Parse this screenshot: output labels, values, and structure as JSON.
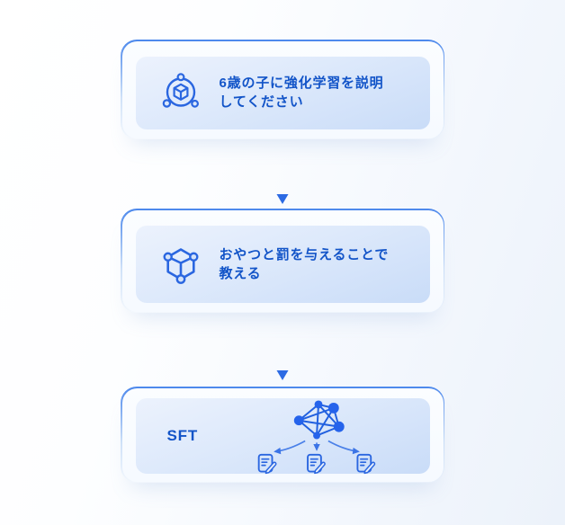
{
  "colors": {
    "accent_blue": "#2a66e0",
    "text_blue": "#1254c8",
    "node_fill": "#2563eb",
    "card_border_top": "#4c88ec",
    "card_gradient_top": "#ecf2fd",
    "card_gradient_bottom": "#c9dcf8",
    "arrow_blue": "#2c6ae3"
  },
  "flow": {
    "direction": "vertical",
    "nodes": [
      {
        "id": "prompt-node",
        "icon": "model-cube-icon",
        "lines": [
          "6歳の子に強化学習を説明",
          "してください"
        ]
      },
      {
        "id": "answer-node",
        "icon": "molecule-network-icon",
        "lines": [
          "おやつと罰を与えることで",
          "教える"
        ]
      },
      {
        "id": "sft-node",
        "label": "SFT",
        "icon": "network-graph-icon",
        "documents": 3
      }
    ],
    "connectors": [
      {
        "from": "prompt-node",
        "to": "answer-node",
        "type": "arrow-down"
      },
      {
        "from": "answer-node",
        "to": "sft-node",
        "type": "arrow-down"
      }
    ]
  }
}
